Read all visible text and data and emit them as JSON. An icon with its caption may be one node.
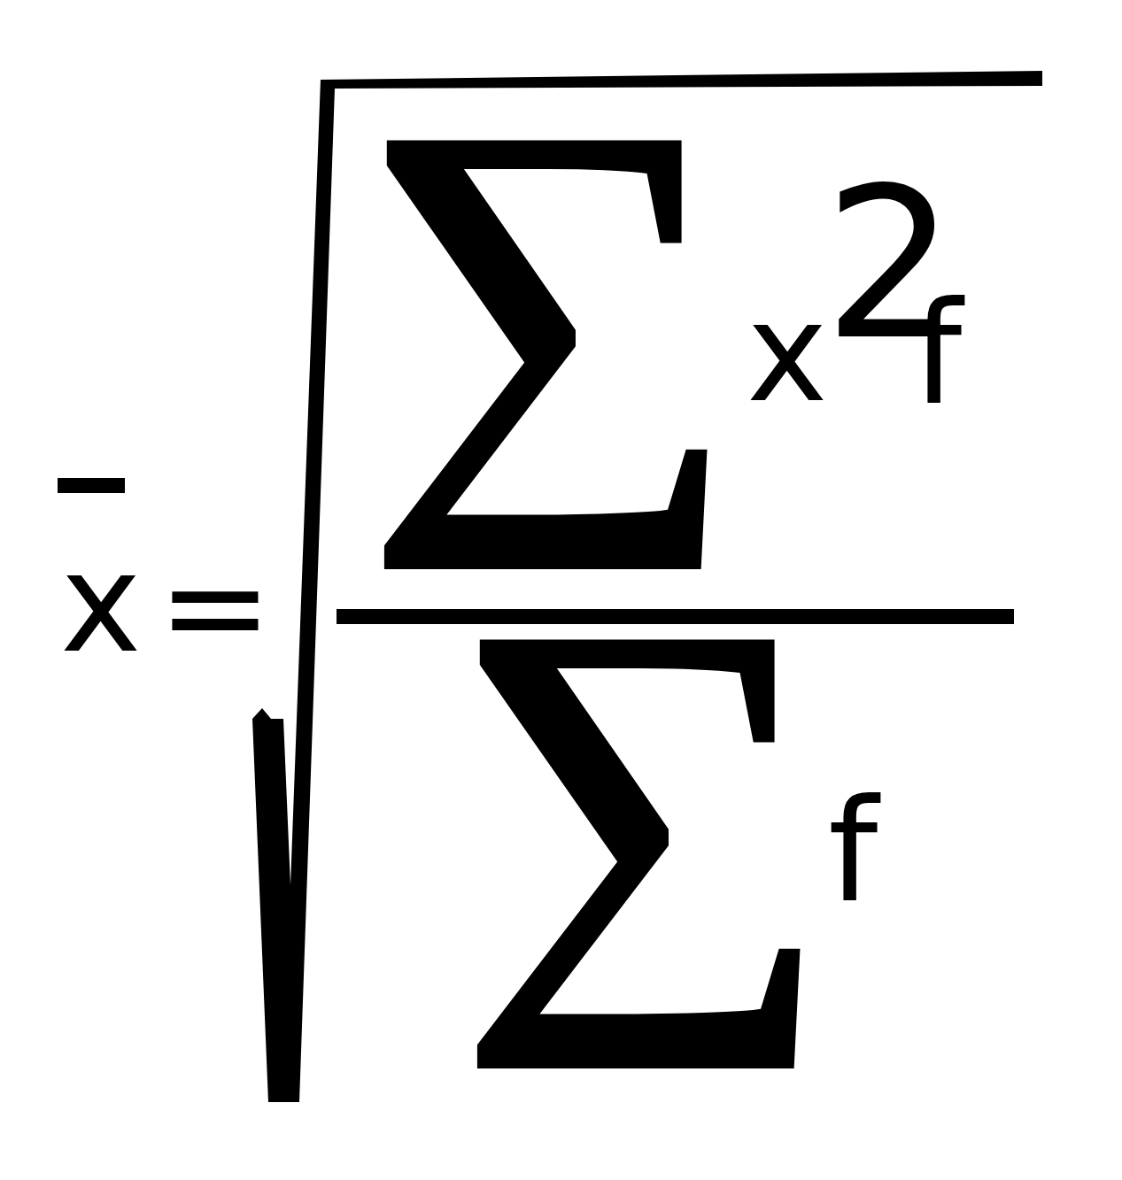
{
  "diagram": {
    "labels": [
      "x",
      "=",
      "Σ",
      "x",
      "2",
      "f",
      "Σ",
      "f"
    ]
  }
}
